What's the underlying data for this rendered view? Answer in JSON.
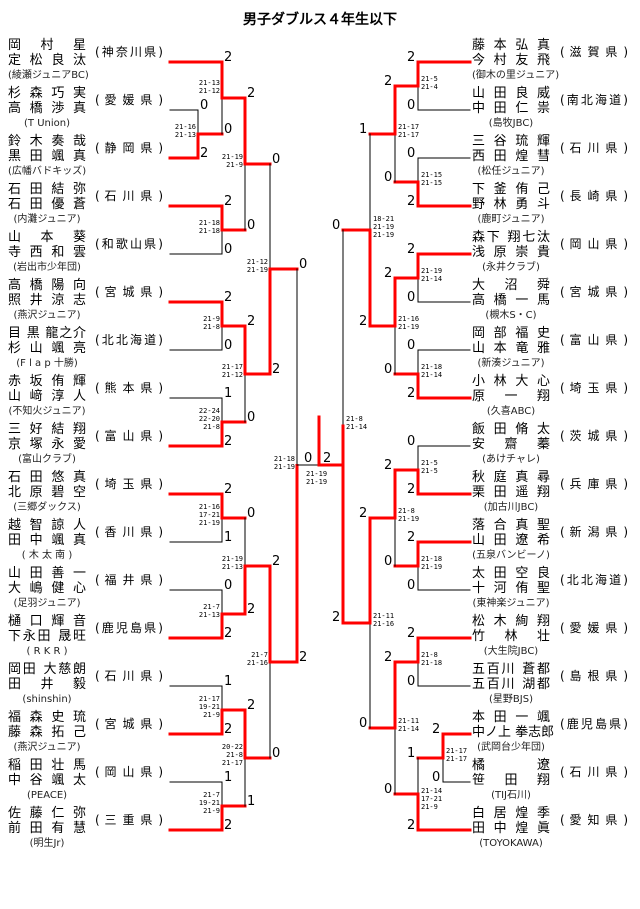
{
  "title": "男子ダブルス４年生以下",
  "colors": {
    "winner_line": "#ff0000",
    "line": "#000000"
  },
  "left_entries": [
    {
      "names": [
        "岡 村 星",
        "定 松 良 汰"
      ],
      "club": "(綾瀬ジュニアBC)",
      "pref": "(神奈川県)"
    },
    {
      "names": [
        "杉 森 巧 実",
        "高 橋 渉 真"
      ],
      "club": "(T Union)",
      "pref": "( 愛 媛 県 )"
    },
    {
      "names": [
        "鈴 木 奏 哉",
        "黒 田 颯 真"
      ],
      "club": "(広幡バドキッズ)",
      "pref": "( 静 岡 県 )"
    },
    {
      "names": [
        "石 田 結 弥",
        "石 田 優 蒼"
      ],
      "club": "(内灘ジュニア)",
      "pref": "( 石 川 県 )"
    },
    {
      "names": [
        "山 本 葵",
        "寺 西 和 雲"
      ],
      "club": "(岩出市少年団)",
      "pref": "(和歌山県)"
    },
    {
      "names": [
        "高 橋 陽 向",
        "照 井 涼 志"
      ],
      "club": "(燕沢ジュニア)",
      "pref": "( 宮 城 県 )"
    },
    {
      "names": [
        "目 黒 龍之介",
        "杉 山 颯 亮"
      ],
      "club": "(F l a p 十勝)",
      "pref": "(北北海道)"
    },
    {
      "names": [
        "赤 坂 侑 輝",
        "山 﨑 淳 人"
      ],
      "club": "(不知火ジュニア)",
      "pref": "( 熊 本 県 )"
    },
    {
      "names": [
        "三 好 結 翔",
        "京 塚 永 愛"
      ],
      "club": "(富山クラブ)",
      "pref": "( 富 山 県 )"
    },
    {
      "names": [
        "石 田 悠 真",
        "北 原 碧 空"
      ],
      "club": "(三郷ダックス)",
      "pref": "( 埼 玉 県 )"
    },
    {
      "names": [
        "越 智 諒 人",
        "田 中 颯 真"
      ],
      "club": "( 木 太 南 )",
      "pref": "( 香 川 県 )"
    },
    {
      "names": [
        "山 田 善 一",
        "大 嶋 健 心"
      ],
      "club": "(足羽ジュニア)",
      "pref": "( 福 井 県 )"
    },
    {
      "names": [
        "樋 口 輝 音",
        "下永田 晟旺"
      ],
      "club": "( R K R )",
      "pref": "(鹿児島県)"
    },
    {
      "names": [
        "岡田 大慈朗",
        "田 井 毅"
      ],
      "club": "(shinshin)",
      "pref": "( 石 川 県 )"
    },
    {
      "names": [
        "福 森 史 琉",
        "藤 森 拓 己"
      ],
      "club": "(燕沢ジュニア)",
      "pref": "( 宮 城 県 )"
    },
    {
      "names": [
        "稲 田 壮 馬",
        "中 谷 颯 太"
      ],
      "club": "(PEACE)",
      "pref": "( 岡 山 県 )"
    },
    {
      "names": [
        "佐 藤 仁 弥",
        "前 田 有 慧"
      ],
      "club": "(明生Jr)",
      "pref": "( 三 重 県 )"
    }
  ],
  "right_entries": [
    {
      "names": [
        "藤 本 弘 真",
        "今 村 友 飛"
      ],
      "club": "(御木の里ジュニア)",
      "pref": "( 滋 賀 県 )"
    },
    {
      "names": [
        "山 田 良 威",
        "中 田 仁 祟"
      ],
      "club": "(島牧JBC)",
      "pref": "(南北海道)"
    },
    {
      "names": [
        "三 谷 琉 輝",
        "西 田 煌 彗"
      ],
      "club": "(松任ジュニア)",
      "pref": "( 石 川 県 )"
    },
    {
      "names": [
        "下 釜 侑 己",
        "野 林 勇 斗"
      ],
      "club": "(鹿町ジュニア)",
      "pref": "( 長 崎 県 )"
    },
    {
      "names": [
        "森下 翔七汰",
        "浅 原 崇 貴"
      ],
      "club": "(永井クラブ)",
      "pref": "( 岡 山 県 )"
    },
    {
      "names": [
        "大 沼 舜",
        "高 橋 一 馬"
      ],
      "club": "(槻木S・C)",
      "pref": "( 宮 城 県 )"
    },
    {
      "names": [
        "岡 部 福 史",
        "山 本 竜 雅"
      ],
      "club": "(新湊ジュニア)",
      "pref": "( 富 山 県 )"
    },
    {
      "names": [
        "小 林 大 心",
        "原 一 翔"
      ],
      "club": "(久喜ABC)",
      "pref": "( 埼 玉 県 )"
    },
    {
      "names": [
        "飯 田 脩 太",
        "安 齋 蓁"
      ],
      "club": "(あけチャレ)",
      "pref": "( 茨 城 県 )"
    },
    {
      "names": [
        "秋 庭 真 尋",
        "栗 田 遥 翔"
      ],
      "club": "(加古川JBC)",
      "pref": "( 兵 庫 県 )"
    },
    {
      "names": [
        "落 合 真 聖",
        "山 田 遼 希"
      ],
      "club": "(五泉バンビーノ)",
      "pref": "( 新 潟 県 )"
    },
    {
      "names": [
        "太 田 空 良",
        "十 河 侑 聖"
      ],
      "club": "(東神楽ジュニア)",
      "pref": "(北北海道)"
    },
    {
      "names": [
        "松 木 絢 翔",
        "竹 林 壮"
      ],
      "club": "(大生院JBC)",
      "pref": "( 愛 媛 県 )"
    },
    {
      "names": [
        "五百川 蒼都",
        "五百川 湖都"
      ],
      "club": "(星野BJS)",
      "pref": "( 島 根 県 )"
    },
    {
      "names": [
        "本 田 一 颯",
        "中ノ上 拳志郎"
      ],
      "club": "(武岡台少年団)",
      "pref": "(鹿児島県)"
    },
    {
      "names": [
        "橘 遼",
        "笹 田 翔"
      ],
      "club": "(TIJ石川)",
      "pref": "( 石 川 県 )"
    },
    {
      "names": [
        "白 居 煌 季",
        "田 中 煌 眞"
      ],
      "club": "(TOYOKAWA)",
      "pref": "( 愛 知 県 )"
    }
  ],
  "left_matches": [
    {
      "scores": [
        "21-16",
        "21-13"
      ],
      "counts": [
        "0",
        "2"
      ],
      "winner": "bottom"
    },
    {
      "scores": [
        "21-13",
        "21-12"
      ],
      "counts": [
        "2",
        "0"
      ],
      "winner": "top"
    },
    {
      "scores": [
        "21-18",
        "21-18"
      ],
      "counts": [
        "2",
        "0"
      ],
      "winner": "top"
    },
    {
      "scores": [
        "21-19",
        "21-9"
      ],
      "counts": [
        "2",
        "0"
      ],
      "winner": "top"
    },
    {
      "scores": [
        "21-9",
        "21-8"
      ],
      "counts": [
        "2",
        "0"
      ],
      "winner": "top"
    },
    {
      "scores": [
        "22-24",
        "22-20",
        "21-8"
      ],
      "counts": [
        "1",
        "2"
      ],
      "winner": "bottom"
    },
    {
      "scores": [
        "21-17",
        "21-12"
      ],
      "counts": [
        "2",
        "0"
      ],
      "winner": "top"
    },
    {
      "scores": [
        "21-12",
        "21-19"
      ],
      "counts": [
        "0",
        "2"
      ],
      "winner": "bottom"
    },
    {
      "scores": [
        "21-16",
        "17-21",
        "21-19"
      ],
      "counts": [
        "2",
        "1"
      ],
      "winner": "top"
    },
    {
      "scores": [
        "21-7",
        "21-13"
      ],
      "counts": [
        "0",
        "2"
      ],
      "winner": "bottom"
    },
    {
      "scores": [
        "21-19",
        "21-13"
      ],
      "counts": [
        "0",
        "2"
      ],
      "winner": "bottom"
    },
    {
      "scores": [
        "21-17",
        "19-21",
        "21-9"
      ],
      "counts": [
        "1",
        "2"
      ],
      "winner": "bottom"
    },
    {
      "scores": [
        "21-7",
        "19-21",
        "21-9"
      ],
      "counts": [
        "1",
        "2"
      ],
      "winner": "bottom"
    },
    {
      "scores": [
        "20-22",
        "21-8",
        "21-17"
      ],
      "counts": [
        "2",
        "1"
      ],
      "winner": "top"
    },
    {
      "scores": [
        "21-7",
        "21-16"
      ],
      "counts": [
        "2",
        "0"
      ],
      "winner": "top"
    },
    {
      "scores": [
        "21-18",
        "21-19"
      ],
      "counts": [
        "0",
        "2"
      ],
      "winner": "bottom"
    }
  ],
  "right_matches": [
    {
      "scores": [
        "21-5",
        "21-4"
      ],
      "counts": [
        "2",
        "0"
      ],
      "winner": "top"
    },
    {
      "scores": [
        "21-15",
        "21-15"
      ],
      "counts": [
        "0",
        "2"
      ],
      "winner": "bottom"
    },
    {
      "scores": [
        "21-17",
        "21-17"
      ],
      "counts": [
        "2",
        "0"
      ],
      "winner": "top"
    },
    {
      "scores": [
        "21-19",
        "21-14"
      ],
      "counts": [
        "2",
        "0"
      ],
      "winner": "top"
    },
    {
      "scores": [
        "21-18",
        "21-14"
      ],
      "counts": [
        "0",
        "2"
      ],
      "winner": "bottom"
    },
    {
      "scores": [
        "21-16",
        "21-19"
      ],
      "counts": [
        "2",
        "0"
      ],
      "winner": "top"
    },
    {
      "scores": [
        "18-21",
        "21-19",
        "21-19"
      ],
      "counts": [
        "1",
        "2"
      ],
      "winner": "bottom"
    },
    {
      "scores": [
        "21-5",
        "21-5"
      ],
      "counts": [
        "0",
        "2"
      ],
      "winner": "bottom"
    },
    {
      "scores": [
        "21-18",
        "21-19"
      ],
      "counts": [
        "2",
        "0"
      ],
      "winner": "top"
    },
    {
      "scores": [
        "21-8",
        "21-19"
      ],
      "counts": [
        "2",
        "0"
      ],
      "winner": "top"
    },
    {
      "scores": [
        "21-8",
        "21-18"
      ],
      "counts": [
        "2",
        "0"
      ],
      "winner": "top"
    },
    {
      "scores": [
        "21-17",
        "21-17"
      ],
      "counts": [
        "2",
        "0"
      ],
      "winner": "top"
    },
    {
      "scores": [
        "21-14",
        "17-21",
        "21-9"
      ],
      "counts": [
        "1",
        "2"
      ],
      "winner": "bottom"
    },
    {
      "scores": [
        "21-11",
        "21-14"
      ],
      "counts": [
        "2",
        "0"
      ],
      "winner": "top"
    },
    {
      "scores": [
        "21-11",
        "21-16"
      ],
      "counts": [
        "2",
        "0"
      ],
      "winner": "top"
    },
    {
      "scores": [
        "21-8",
        "21-14"
      ],
      "counts": [
        "0",
        "2"
      ],
      "winner": "bottom"
    }
  ],
  "final": {
    "scores": [
      "21-19",
      "21-19"
    ],
    "counts": [
      "0",
      "2"
    ],
    "winner": "right"
  }
}
